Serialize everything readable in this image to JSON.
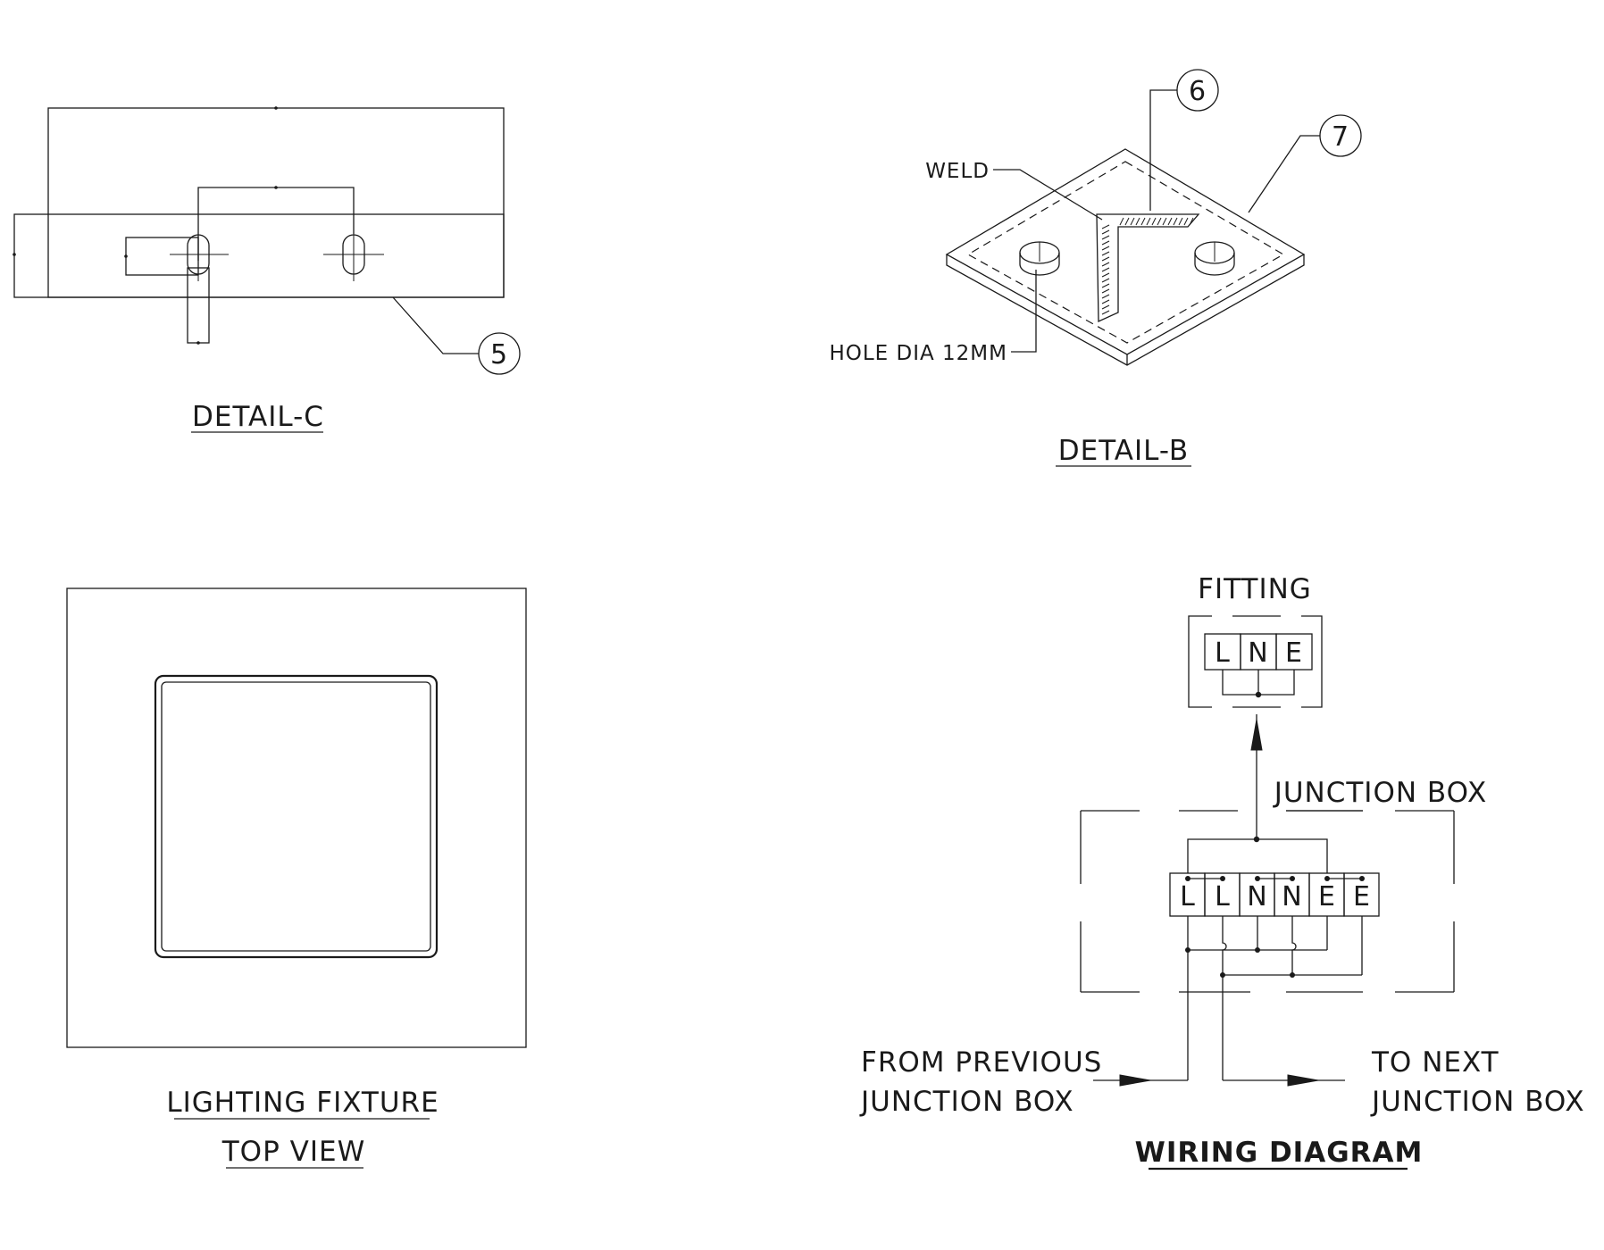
{
  "detail_c": {
    "title": "DETAIL-C",
    "callout": "5"
  },
  "detail_b": {
    "title": "DETAIL-B",
    "weld_label": "WELD",
    "hole_label": "HOLE DIA 12MM",
    "callout_a": "6",
    "callout_b": "7"
  },
  "lighting_fixture": {
    "title_line1": "LIGHTING FIXTURE",
    "title_line2": "TOP VIEW"
  },
  "wiring_diagram": {
    "title": "WIRING DIAGRAM",
    "fitting_label": "FITTING",
    "junction_box_label": "JUNCTION BOX",
    "fitting_terminals": [
      "L",
      "N",
      "E"
    ],
    "junction_terminals": [
      "L",
      "L",
      "N",
      "N",
      "E",
      "E"
    ],
    "from_line1": "FROM PREVIOUS",
    "from_line2": "JUNCTION BOX",
    "to_line1": "TO NEXT",
    "to_line2": "JUNCTION BOX"
  }
}
